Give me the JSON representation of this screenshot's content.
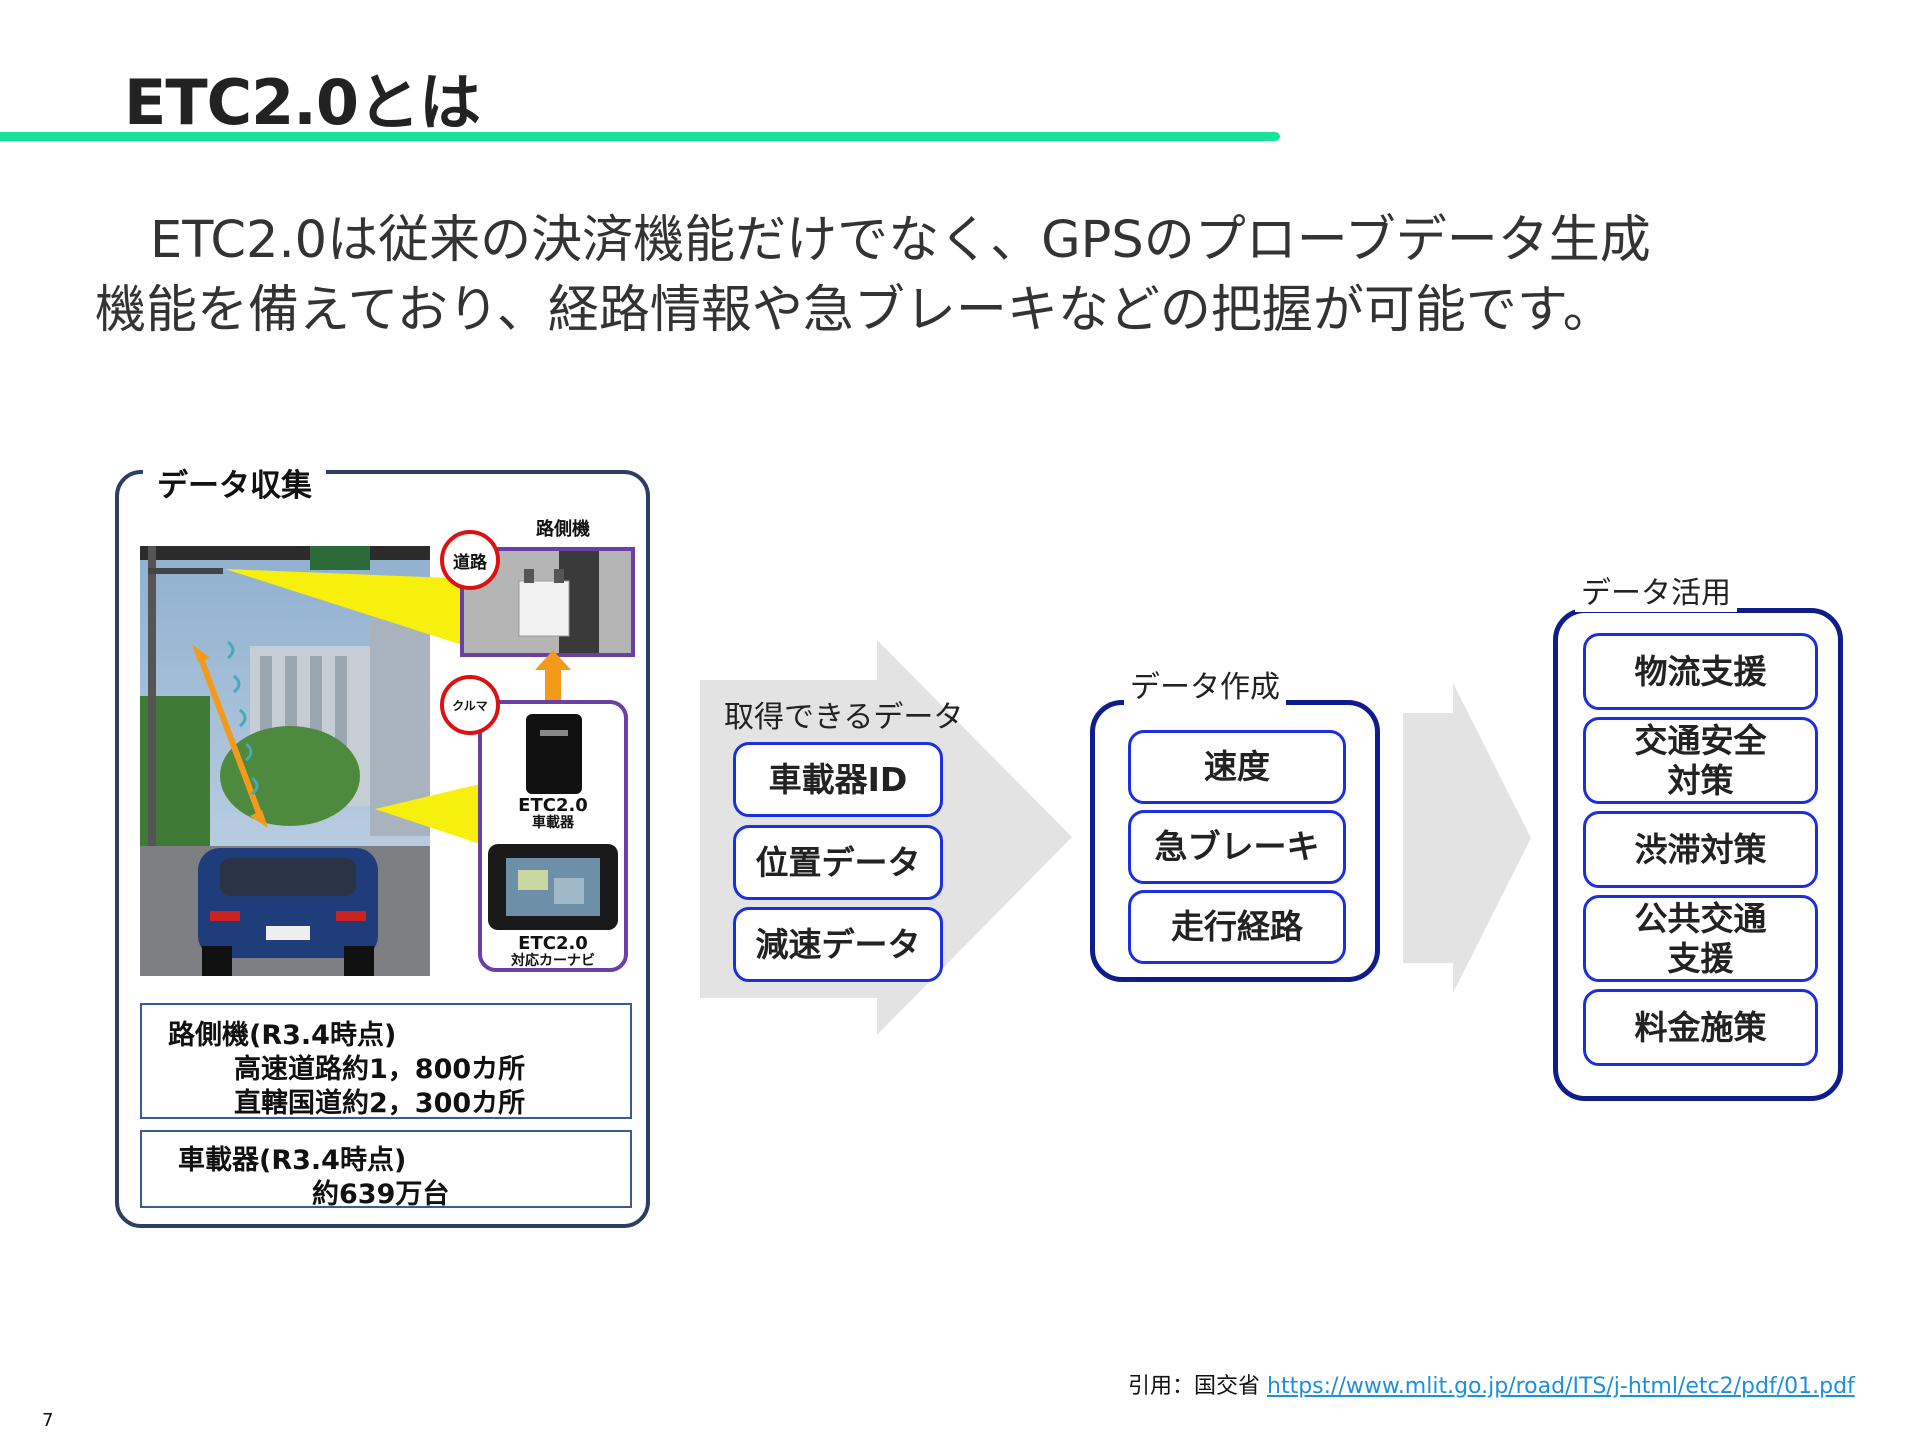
{
  "slide": {
    "title": "ETC2.0とは",
    "intro_line1": "ETC2.0は従来の決済機能だけでなく、GPSのプローブデータ生成",
    "intro_line2": "機能を備えており、経路情報や急ブレーキなどの把握が可能です。",
    "page_number": "7"
  },
  "collection_panel": {
    "title": "データ収集",
    "roadside_unit_label": "路側機",
    "road_badge": "道路",
    "car_badge": "クルマ",
    "onboard_unit_label_1": "ETC2.0",
    "onboard_unit_label_2": "車載器",
    "car_nav_label_1": "ETC2.0",
    "car_nav_label_2": "対応カーナビ",
    "roadside_stats": {
      "heading": "路側機(R3.4時点)",
      "line1": "高速道路約1，800カ所",
      "line2": "直轄国道約2，300カ所"
    },
    "onboard_stats": {
      "heading": "車載器(R3.4時点)",
      "line1": "約639万台"
    }
  },
  "acquirable": {
    "label": "取得できるデータ",
    "items": [
      "車載器ID",
      "位置データ",
      "減速データ"
    ]
  },
  "creation": {
    "label": "データ作成",
    "items": [
      "速度",
      "急ブレーキ",
      "走行経路"
    ]
  },
  "utilization": {
    "label": "データ活用",
    "items": [
      "物流支援",
      "交通安全\n対策",
      "渋滞対策",
      "公共交通\n支援",
      "料金施策"
    ]
  },
  "citation": {
    "prefix": "引用：国交省 ",
    "url": "https://www.mlit.go.jp/road/ITS/j-html/etc2/pdf/01.pdf"
  },
  "colors": {
    "accent_rule": "#19e29a",
    "pill_border": "#1c2fe0",
    "frame_border": "#0f1c8c",
    "inset_border": "#6c3fa4",
    "badge_border": "#dd1111",
    "arrow_fill": "#e3e3e3",
    "link": "#1e8fe0"
  }
}
